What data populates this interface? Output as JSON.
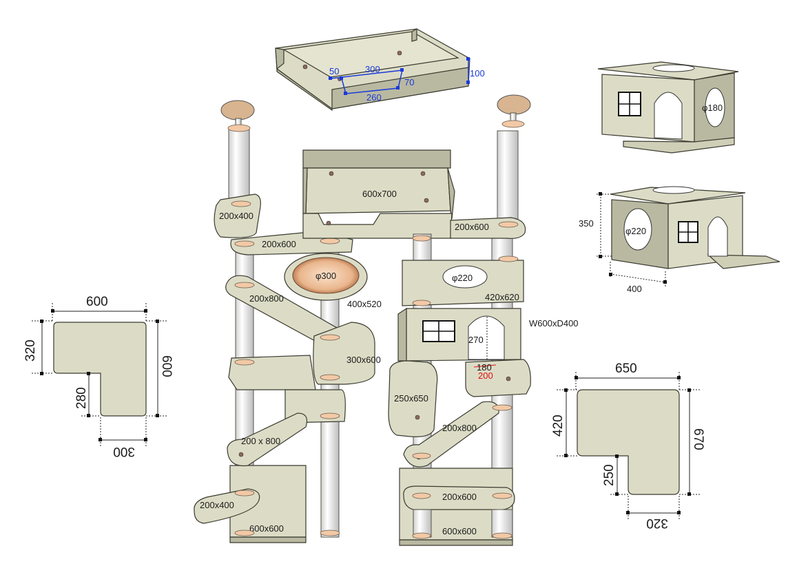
{
  "tray": {
    "d50": "50",
    "d300": "300",
    "d70": "70",
    "d100": "100",
    "d260": "260"
  },
  "house_top": {
    "hole": "φ180"
  },
  "house_right": {
    "hole": "φ220",
    "height": "350",
    "width": "400"
  },
  "left_shape": {
    "top": "600",
    "left": "320",
    "right": "600",
    "inner": "280",
    "bottom": "300"
  },
  "right_shape": {
    "top": "650",
    "left": "420",
    "right": "670",
    "inner": "250",
    "bottom": "320"
  },
  "tower": {
    "top_box": "600x700",
    "upper_left": "200x400",
    "upper_right_shelf": "200x600",
    "left_shelf": "200x600",
    "bowl": "φ300",
    "bowl_size": "400x520",
    "long_left": "200x800",
    "curve_board": "300x600",
    "house_top_hole": "φ220",
    "house_top": "420x620",
    "house_size": "W600xD400",
    "door_height": "270",
    "door_w_old": "180",
    "door_w_new": "200",
    "middle_right": "250x650",
    "lower_left": "200 x 800",
    "lower_right": "200x800",
    "bottom_left_small": "200x400",
    "bottom_right_shelf": "200x600",
    "base_left": "600x600",
    "base_right": "600x600"
  },
  "colors": {
    "board": "#dcdcc6",
    "blue_dim": "#1a3ad8",
    "red_dim": "#e01010",
    "ring": "#f2c9a6"
  }
}
